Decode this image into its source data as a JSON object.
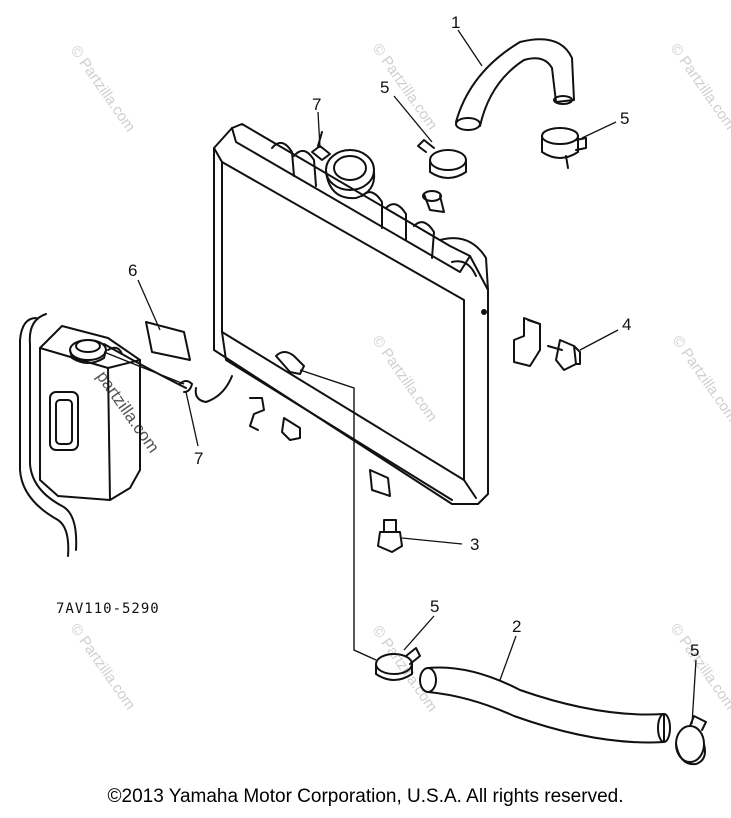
{
  "diagram": {
    "part_code": "7AV110-5290",
    "callouts": {
      "hose_upper": "1",
      "hose_lower": "2",
      "bolt_bottom": "3",
      "bolt_side": "4",
      "clamp_upper_left": "5",
      "clamp_upper_right": "5",
      "clamp_lower_left": "5",
      "clamp_lower_right": "5",
      "label_plate": "6",
      "cap_clip_top": "7",
      "cap_clip_tank": "7"
    },
    "watermark": {
      "text": "© Partzilla.com",
      "dark_text": "partzilla.com"
    }
  },
  "footer": {
    "copyright": "©2013  Yamaha Motor Corporation, U.S.A. All rights reserved."
  }
}
